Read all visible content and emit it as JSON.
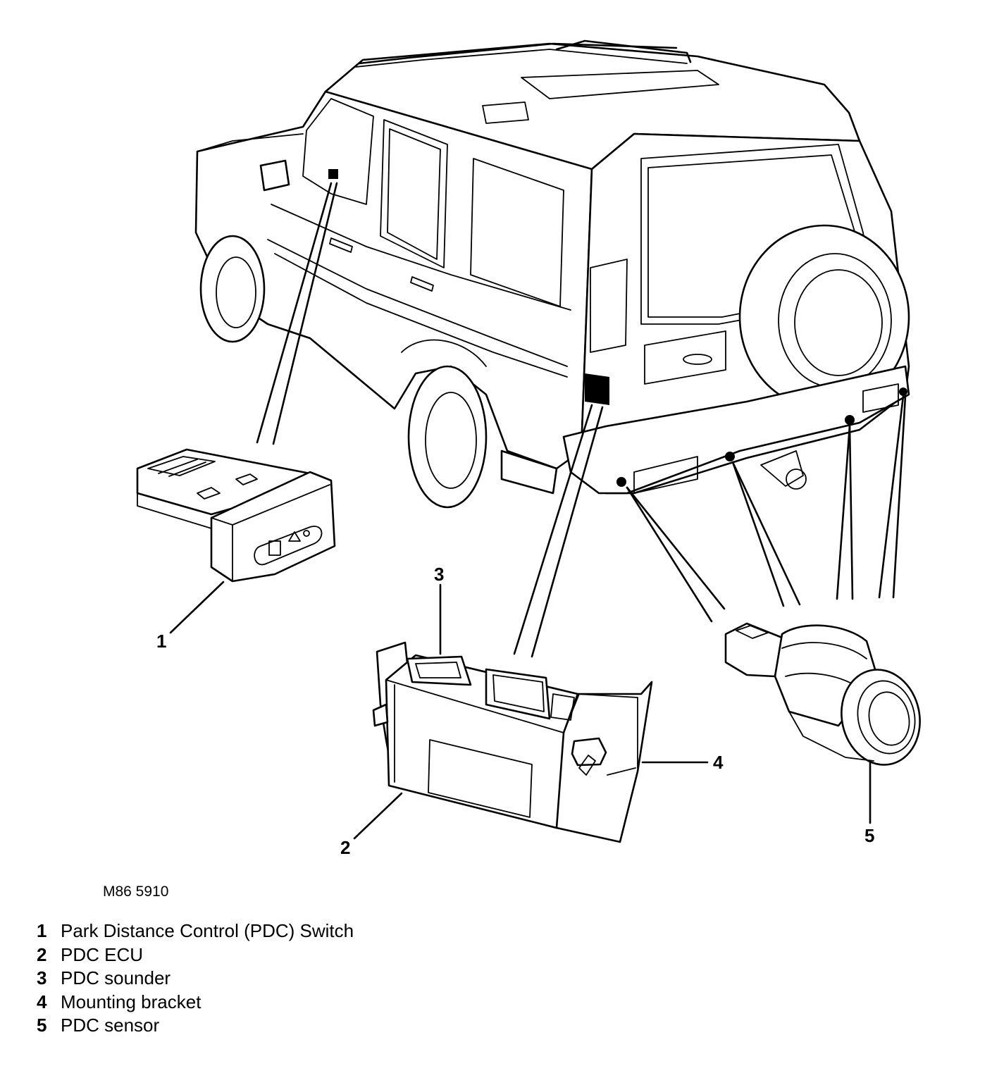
{
  "figure_ref": "M86 5910",
  "callouts": [
    "1",
    "2",
    "3",
    "4",
    "5"
  ],
  "legend": [
    {
      "num": "1",
      "label": "Park Distance Control (PDC) Switch"
    },
    {
      "num": "2",
      "label": "PDC ECU"
    },
    {
      "num": "3",
      "label": "PDC sounder"
    },
    {
      "num": "4",
      "label": "Mounting bracket"
    },
    {
      "num": "5",
      "label": "PDC sensor"
    }
  ]
}
